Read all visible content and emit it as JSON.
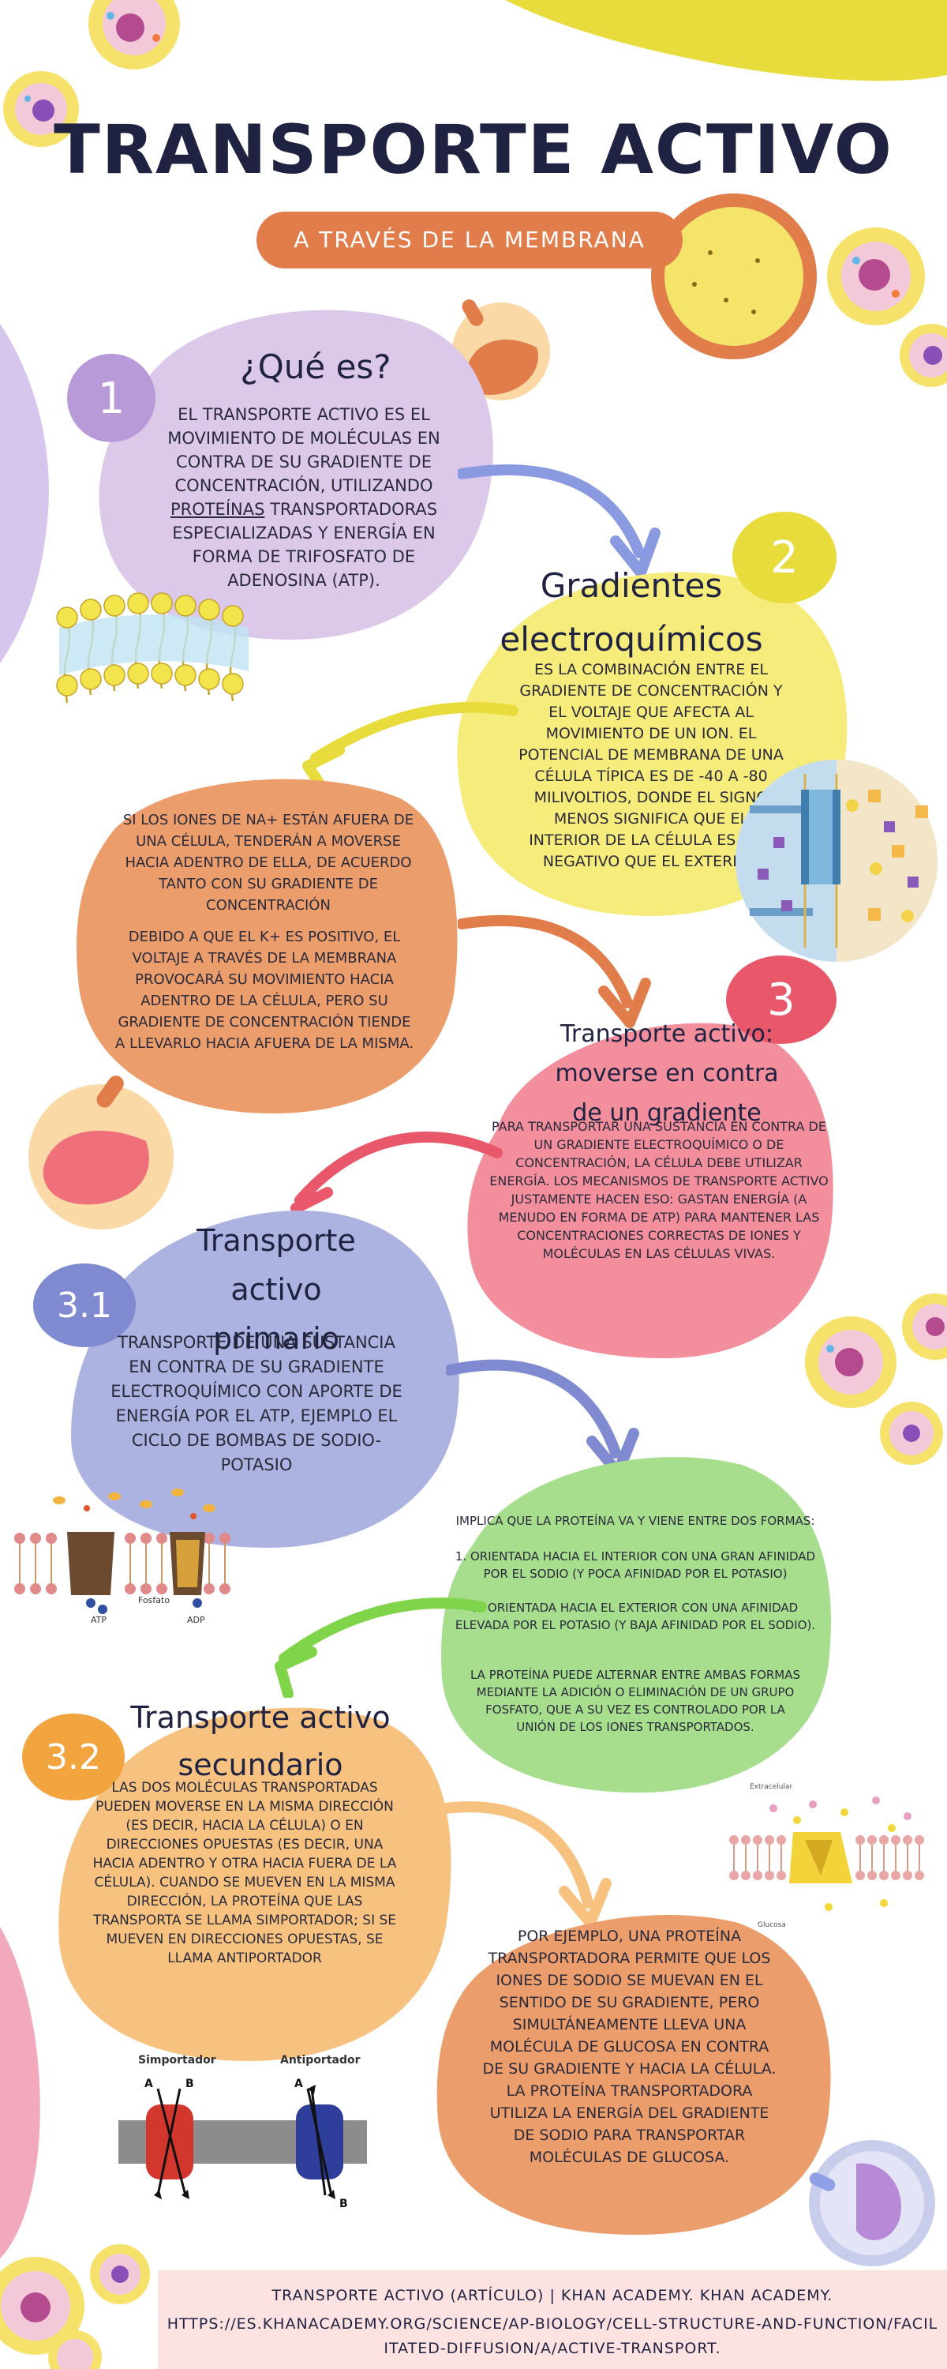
{
  "title": "TRANSPORTE ACTIVO",
  "subtitle": "A TRAVÉS DE LA MEMBRANA",
  "sections": {
    "s1": {
      "number": "1",
      "heading": "¿Qué es?",
      "text_a": "EL TRANSPORTE ACTIVO ES EL MOVIMIENTO DE MOLÉCULAS EN CONTRA DE SU GRADIENTE DE CONCENTRACIÓN, UTILIZANDO",
      "link": "PROTEÍNAS",
      "text_b": "TRANSPORTADORAS ESPECIALIZADAS Y ENERGÍA EN FORMA DE TRIFOSFATO DE ADENOSINA (ATP)."
    },
    "s2": {
      "number": "2",
      "heading": "Gradientes electroquímicos",
      "text": "ES LA COMBINACIÓN ENTRE EL GRADIENTE DE CONCENTRACIÓN Y EL VOLTAJE QUE AFECTA AL MOVIMIENTO DE UN ION. EL POTENCIAL DE MEMBRANA DE UNA CÉLULA TÍPICA ES DE -40 A -80 MILIVOLTIOS, DONDE EL SIGNO MENOS SIGNIFICA QUE EL INTERIOR DE LA CÉLULA ES MÁS NEGATIVO QUE EL EXTERIOR"
    },
    "s2b": {
      "para1": "SI LOS IONES DE NA+ ESTÁN AFUERA DE UNA CÉLULA, TENDERÁN A MOVERSE HACIA ADENTRO DE ELLA, DE ACUERDO TANTO CON SU GRADIENTE DE CONCENTRACIÓN",
      "para2": "DEBIDO A QUE EL K+ ES POSITIVO, EL VOLTAJE A TRAVÉS DE LA MEMBRANA PROVOCARÁ SU MOVIMIENTO HACIA ADENTRO DE LA CÉLULA, PERO SU GRADIENTE DE CONCENTRACIÓN TIENDE A LLEVARLO HACIA AFUERA DE LA MISMA."
    },
    "s3": {
      "number": "3",
      "heading": "Transporte activo: moverse en contra de un gradiente",
      "text": "PARA TRANSPORTAR UNA SUSTANCIA EN CONTRA DE UN GRADIENTE ELECTROQUÍMICO O DE CONCENTRACIÓN, LA CÉLULA DEBE UTILIZAR ENERGÍA. LOS MECANISMOS DE TRANSPORTE ACTIVO JUSTAMENTE HACEN ESO: GASTAN ENERGÍA (A MENUDO EN FORMA DE ATP) PARA MANTENER LAS CONCENTRACIONES CORRECTAS DE IONES Y MOLÉCULAS EN LAS CÉLULAS VIVAS."
    },
    "s31": {
      "number": "3.1",
      "heading": "Transporte activo primario",
      "text": "TRANSPORTE DE UNA SUSTANCIA EN CONTRA DE SU GRADIENTE ELECTROQUÍMICO CON APORTE DE ENERGÍA POR EL ATP, EJEMPLO EL CICLO DE BOMBAS DE SODIO-POTASIO",
      "fig_labels": {
        "atp": "ATP",
        "adp": "ADP",
        "fosfato": "Fosfato"
      }
    },
    "s31b": {
      "intro": "IMPLICA QUE LA PROTEÍNA VA Y VIENE ENTRE DOS FORMAS:",
      "item1": "1. ORIENTADA HACIA EL INTERIOR CON UNA GRAN AFINIDAD POR EL SODIO (Y POCA AFINIDAD POR EL POTASIO)",
      "item2": "2. ORIENTADA HACIA EL EXTERIOR CON UNA AFINIDAD ELEVADA POR EL POTASIO (Y BAJA AFINIDAD POR EL SODIO).",
      "outro": "LA PROTEÍNA PUEDE ALTERNAR ENTRE AMBAS FORMAS MEDIANTE LA ADICIÓN O ELIMINACIÓN DE UN GRUPO FOSFATO, QUE A SU VEZ ES CONTROLADO POR LA UNIÓN DE LOS IONES TRANSPORTADOS."
    },
    "s32": {
      "number": "3.2",
      "heading": "Transporte activo secundario",
      "text": "LAS DOS MOLÉCULAS TRANSPORTADAS PUEDEN MOVERSE EN LA MISMA DIRECCIÓN (ES DECIR, HACIA LA CÉLULA) O EN DIRECCIONES OPUESTAS (ES DECIR, UNA HACIA ADENTRO Y OTRA HACIA FUERA DE LA CÉLULA). CUANDO SE MUEVEN EN LA MISMA DIRECCIÓN, LA PROTEÍNA QUE LAS TRANSPORTA SE LLAMA SIMPORTADOR; SI SE MUEVEN EN DIRECCIONES OPUESTAS, SE LLAMA ANTIPORTADOR",
      "fig_labels": {
        "simportador": "Simportador",
        "antiportador": "Antiportador",
        "a": "A",
        "b": "B",
        "extracelular": "Extracelular",
        "glucosa": "Glucosa"
      }
    },
    "s32b": {
      "text": "POR EJEMPLO, UNA PROTEÍNA TRANSPORTADORA PERMITE QUE LOS IONES DE SODIO SE MUEVAN EN EL SENTIDO DE SU GRADIENTE, PERO SIMULTÁNEAMENTE LLEVA UNA MOLÉCULA DE GLUCOSA EN CONTRA DE SU GRADIENTE Y HACIA LA CÉLULA. LA PROTEÍNA TRANSPORTADORA UTILIZA LA ENERGÍA DEL GRADIENTE DE SODIO PARA TRANSPORTAR MOLÉCULAS DE GLUCOSA."
    }
  },
  "footer": {
    "line1": "TRANSPORTE ACTIVO (ARTÍCULO) | KHAN ACADEMY. KHAN ACADEMY.",
    "line2": "HTTPS://ES.KHANACADEMY.ORG/SCIENCE/AP-BIOLOGY/CELL-STRUCTURE-AND-FUNCTION/FACILITATED-DIFFUSION/A/ACTIVE-TRANSPORT."
  },
  "colors": {
    "navy": "#1f2240",
    "orange_banner": "#e07d4a",
    "lavender": "#dcc9ea",
    "purple_num": "#b99ad8",
    "yellow": "#f6ec7c",
    "yellow_num": "#e8dc3c",
    "peach": "#ec9d6c",
    "pink": "#f38f9d",
    "pink_num": "#e8586a",
    "periwinkle": "#adb3e0",
    "periwinkle_num": "#7f8ad0",
    "green": "#a6de8d",
    "orange_light": "#f7c27f",
    "orange_num": "#f2a43e",
    "footer_bg": "#fde2e2"
  }
}
